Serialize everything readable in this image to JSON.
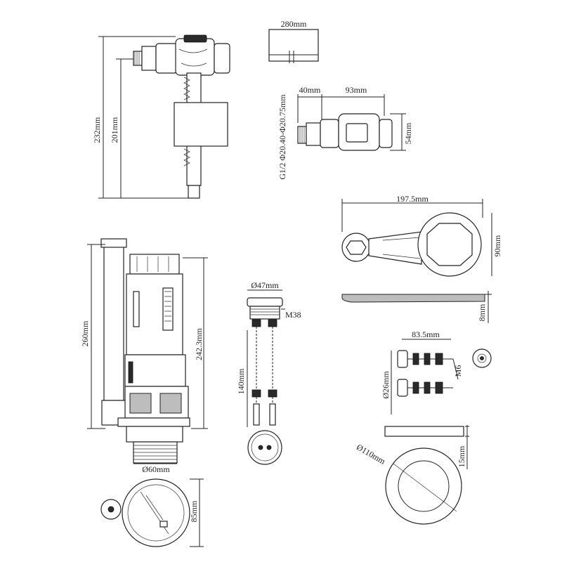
{
  "fill_valve": {
    "height_total": "232mm",
    "height_float": "201mm"
  },
  "outlet_block": {
    "width": "280mm"
  },
  "side_valve": {
    "len_a": "40mm",
    "len_b": "93mm",
    "height": "54mm",
    "thread": "G1/2  Φ20.40-Φ20.75mm"
  },
  "wrench": {
    "length": "197.5mm",
    "height": "90mm",
    "thickness": "8mm"
  },
  "flush_valve": {
    "height_overall": "260mm",
    "height_body": "242.3mm",
    "base_dia": "Ø60mm"
  },
  "push_button": {
    "head_dia": "Ø47mm",
    "thread": "M38",
    "cable_len": "140mm"
  },
  "bolts": {
    "length": "83.5mm",
    "head_dia": "Ø26mm",
    "thread": "M6"
  },
  "seal_ring": {
    "dia": "Ø110mm",
    "thickness": "15mm"
  },
  "base_plate": {
    "height": "85mm"
  }
}
